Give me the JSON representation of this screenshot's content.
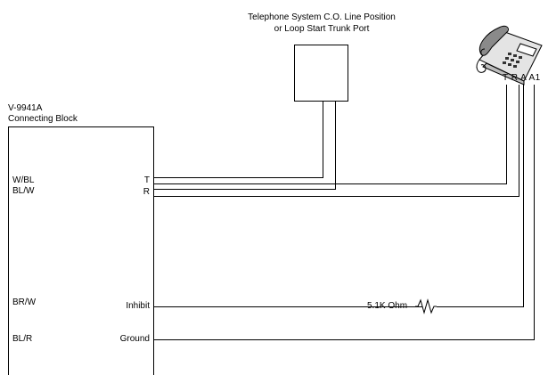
{
  "co_line": {
    "title_line1": "Telephone System C.O. Line Position",
    "title_line2": "or Loop Start Trunk Port"
  },
  "phone": {
    "terminals": "T R A A1"
  },
  "block": {
    "model": "V-9941A",
    "name": "Connecting Block",
    "left_labels": [
      "W/BL",
      "BL/W",
      "BR/W",
      "BL/R"
    ],
    "right_labels": [
      "T",
      "R",
      "Inhibit",
      "Ground"
    ]
  },
  "resistor": {
    "label": "5.1K Ohm"
  }
}
